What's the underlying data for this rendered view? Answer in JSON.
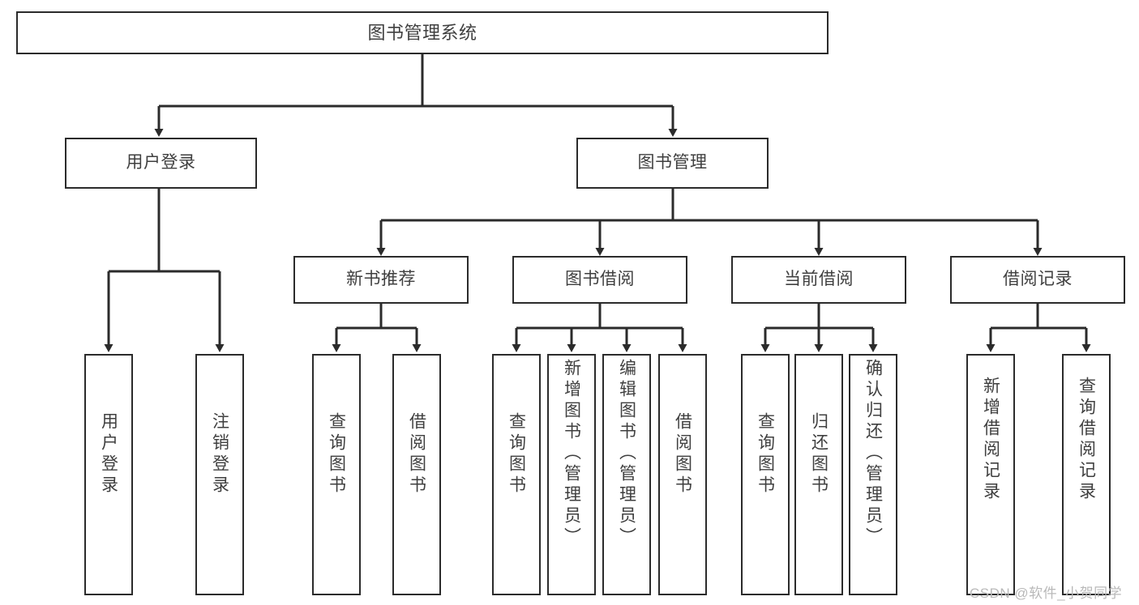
{
  "diagram": {
    "type": "tree-hierarchy",
    "title": "图书管理系统",
    "root": {
      "label": "图书管理系统"
    },
    "level2": [
      {
        "label": "用户登录"
      },
      {
        "label": "图书管理"
      }
    ],
    "level3": [
      {
        "label": "新书推荐"
      },
      {
        "label": "图书借阅"
      },
      {
        "label": "当前借阅"
      },
      {
        "label": "借阅记录"
      }
    ],
    "leaves": {
      "user_login": [
        {
          "label": "用户登录"
        },
        {
          "label": "注销登录"
        }
      ],
      "new_book_recommend": [
        {
          "label": "查询图书"
        },
        {
          "label": "借阅图书"
        }
      ],
      "book_borrow": [
        {
          "label": "查询图书"
        },
        {
          "label": "新增图书（管理员）"
        },
        {
          "label": "编辑图书（管理员）"
        },
        {
          "label": "借阅图书"
        }
      ],
      "current_borrow": [
        {
          "label": "查询图书"
        },
        {
          "label": "归还图书"
        },
        {
          "label": "确认归还（管理员）"
        }
      ],
      "borrow_record": [
        {
          "label": "新增借阅记录"
        },
        {
          "label": "查询借阅记录"
        }
      ]
    }
  },
  "watermark": {
    "text": "CSDN @软件_小贺同学"
  },
  "colors": {
    "stroke": "#2b2b2b",
    "text": "#3f3f3f",
    "background": "#ffffff",
    "watermark": "#b9b9b9"
  }
}
